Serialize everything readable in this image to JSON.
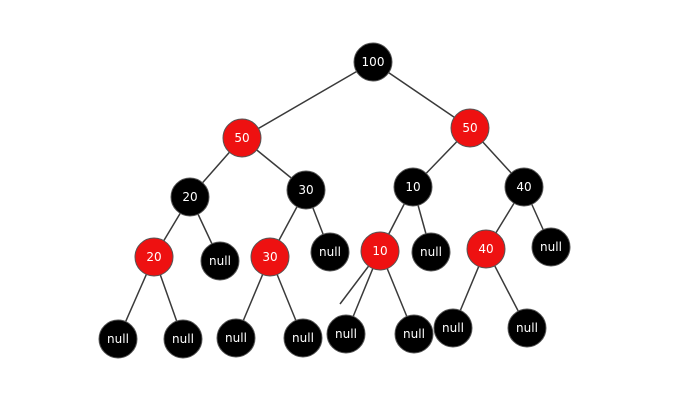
{
  "colors": {
    "red_node": "#ee1111",
    "black_node": "#000000",
    "text": "#ffffff",
    "edge": "#3a3a3a"
  },
  "tree": {
    "nodes": [
      {
        "id": "n100",
        "label": "100",
        "color": "black"
      },
      {
        "id": "n50a",
        "label": "50",
        "color": "red"
      },
      {
        "id": "n50b",
        "label": "50",
        "color": "red"
      },
      {
        "id": "n20a",
        "label": "20",
        "color": "black"
      },
      {
        "id": "n30a",
        "label": "30",
        "color": "black"
      },
      {
        "id": "n10a",
        "label": "10",
        "color": "black"
      },
      {
        "id": "n40a",
        "label": "40",
        "color": "black"
      },
      {
        "id": "n20b",
        "label": "20",
        "color": "red"
      },
      {
        "id": "null1",
        "label": "null",
        "color": "black"
      },
      {
        "id": "n30b",
        "label": "30",
        "color": "red"
      },
      {
        "id": "null2",
        "label": "null",
        "color": "black"
      },
      {
        "id": "n10b",
        "label": "10",
        "color": "red"
      },
      {
        "id": "null3",
        "label": "null",
        "color": "black"
      },
      {
        "id": "n40b",
        "label": "40",
        "color": "red"
      },
      {
        "id": "null4",
        "label": "null",
        "color": "black"
      },
      {
        "id": "null5",
        "label": "null",
        "color": "black"
      },
      {
        "id": "null6",
        "label": "null",
        "color": "black"
      },
      {
        "id": "null7",
        "label": "null",
        "color": "black"
      },
      {
        "id": "null8",
        "label": "null",
        "color": "black"
      },
      {
        "id": "null9",
        "label": "null",
        "color": "black"
      },
      {
        "id": "null10",
        "label": "null",
        "color": "black"
      },
      {
        "id": "null11",
        "label": "null",
        "color": "black"
      },
      {
        "id": "null12",
        "label": "null",
        "color": "black"
      }
    ],
    "edges": [
      [
        "n100",
        "n50a"
      ],
      [
        "n100",
        "n50b"
      ],
      [
        "n50a",
        "n20a"
      ],
      [
        "n50a",
        "n30a"
      ],
      [
        "n50b",
        "n10a"
      ],
      [
        "n50b",
        "n40a"
      ],
      [
        "n20a",
        "n20b"
      ],
      [
        "n20a",
        "null1"
      ],
      [
        "n30a",
        "n30b"
      ],
      [
        "n30a",
        "null2"
      ],
      [
        "n10a",
        "n10b"
      ],
      [
        "n10a",
        "null3"
      ],
      [
        "n40a",
        "n40b"
      ],
      [
        "n40a",
        "null4"
      ],
      [
        "n20b",
        "null5"
      ],
      [
        "n20b",
        "null6"
      ],
      [
        "n30b",
        "null7"
      ],
      [
        "n30b",
        "null8"
      ],
      [
        "n10b",
        "null9"
      ],
      [
        "n10b",
        "null10"
      ],
      [
        "n40b",
        "null11"
      ],
      [
        "n40b",
        "null12"
      ]
    ]
  }
}
